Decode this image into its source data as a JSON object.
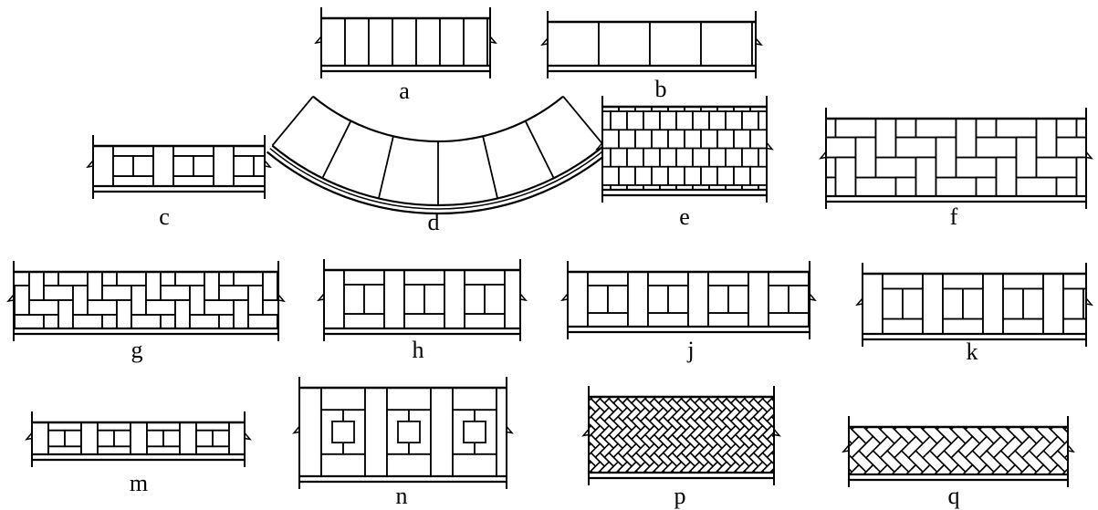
{
  "title": "Brick paving pattern variants",
  "line_color": "#000000",
  "background": "#ffffff",
  "panels": [
    {
      "label": "a",
      "pattern": "vertical-stretcher"
    },
    {
      "label": "b",
      "pattern": "vertical-wide"
    },
    {
      "label": "c",
      "pattern": "basket"
    },
    {
      "label": "d",
      "pattern": "curved"
    },
    {
      "label": "e",
      "pattern": "running-vertical"
    },
    {
      "label": "f",
      "pattern": "herringbone"
    },
    {
      "label": "g",
      "pattern": "herringbone"
    },
    {
      "label": "h",
      "pattern": "basket"
    },
    {
      "label": "j",
      "pattern": "basket"
    },
    {
      "label": "k",
      "pattern": "basket"
    },
    {
      "label": "m",
      "pattern": "basket"
    },
    {
      "label": "n",
      "pattern": "basket-framed"
    },
    {
      "label": "p",
      "pattern": "diagonal-herringbone"
    },
    {
      "label": "q",
      "pattern": "diagonal-herringbone"
    }
  ]
}
